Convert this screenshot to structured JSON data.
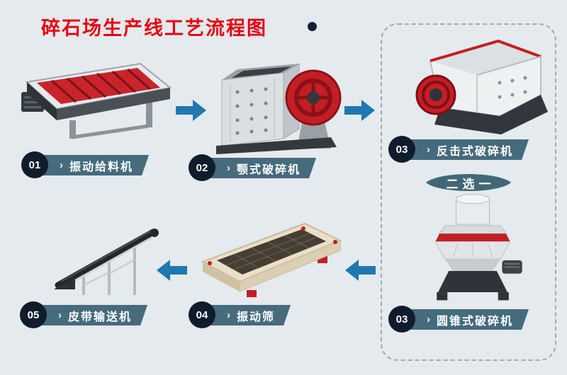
{
  "title": {
    "text": "碎石场生产线工艺流程图"
  },
  "decor": {
    "chevron": "›"
  },
  "steps": [
    {
      "num": "01",
      "label": "振动给料机",
      "machine": "vibrating-feeder"
    },
    {
      "num": "02",
      "label": "颚式破碎机",
      "machine": "jaw-crusher"
    },
    {
      "num": "03",
      "label": "反击式破碎机",
      "machine": "impact-crusher"
    },
    {
      "num": "03",
      "label": "圆锥式破碎机",
      "machine": "cone-crusher"
    },
    {
      "num": "04",
      "label": "振动筛",
      "machine": "vibrating-screen"
    },
    {
      "num": "05",
      "label": "皮带输送机",
      "machine": "belt-conveyor"
    }
  ],
  "choice": {
    "label": "二选一"
  },
  "colors": {
    "background": "#e4eaed",
    "title": "#e60012",
    "badge_circle": "#101c2b",
    "badge_ribbon": "#456b7d",
    "arrow": "#1f78b2",
    "machine_red": "#c41e25",
    "dashed_border": "#9fabb1"
  }
}
